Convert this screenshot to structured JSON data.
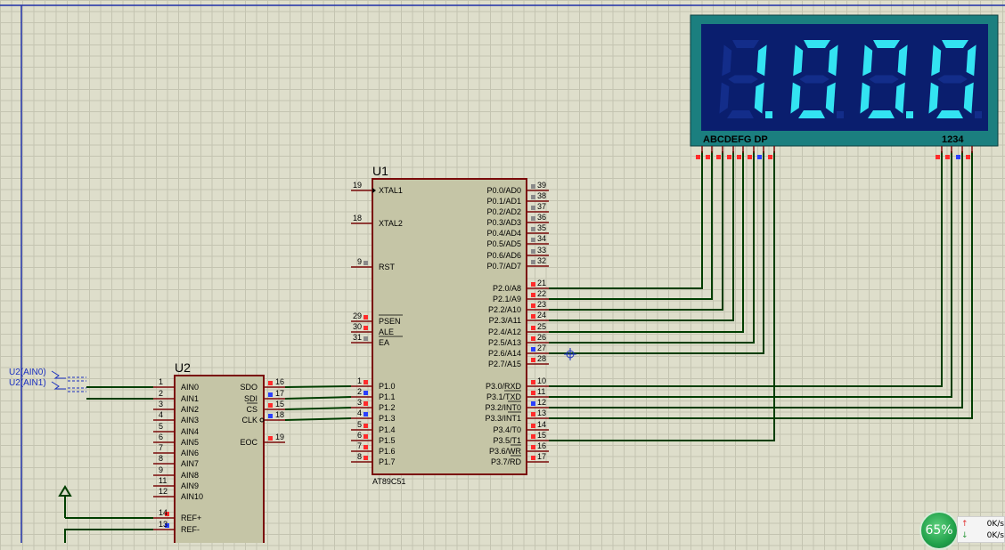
{
  "u1": {
    "ref": "U1",
    "part": "AT89C51",
    "pins_left": [
      {
        "num": "19",
        "name": "XTAL1"
      },
      {
        "num": "18",
        "name": "XTAL2"
      },
      {
        "num": "9",
        "name": "RST"
      },
      {
        "num": "29",
        "name": "PSEN"
      },
      {
        "num": "30",
        "name": "ALE"
      },
      {
        "num": "31",
        "name": "EA"
      },
      {
        "num": "1",
        "name": "P1.0"
      },
      {
        "num": "2",
        "name": "P1.1"
      },
      {
        "num": "3",
        "name": "P1.2"
      },
      {
        "num": "4",
        "name": "P1.3"
      },
      {
        "num": "5",
        "name": "P1.4"
      },
      {
        "num": "6",
        "name": "P1.5"
      },
      {
        "num": "7",
        "name": "P1.6"
      },
      {
        "num": "8",
        "name": "P1.7"
      }
    ],
    "pins_right": [
      {
        "num": "39",
        "name": "P0.0/AD0"
      },
      {
        "num": "38",
        "name": "P0.1/AD1"
      },
      {
        "num": "37",
        "name": "P0.2/AD2"
      },
      {
        "num": "36",
        "name": "P0.3/AD3"
      },
      {
        "num": "35",
        "name": "P0.4/AD4"
      },
      {
        "num": "34",
        "name": "P0.5/AD5"
      },
      {
        "num": "33",
        "name": "P0.6/AD6"
      },
      {
        "num": "32",
        "name": "P0.7/AD7"
      },
      {
        "num": "21",
        "name": "P2.0/A8"
      },
      {
        "num": "22",
        "name": "P2.1/A9"
      },
      {
        "num": "23",
        "name": "P2.2/A10"
      },
      {
        "num": "24",
        "name": "P2.3/A11"
      },
      {
        "num": "25",
        "name": "P2.4/A12"
      },
      {
        "num": "26",
        "name": "P2.5/A13"
      },
      {
        "num": "27",
        "name": "P2.6/A14"
      },
      {
        "num": "28",
        "name": "P2.7/A15"
      },
      {
        "num": "10",
        "name": "P3.0/RXD"
      },
      {
        "num": "11",
        "name": "P3.1/TXD"
      },
      {
        "num": "12",
        "name": "P3.2/INT0"
      },
      {
        "num": "13",
        "name": "P3.3/INT1"
      },
      {
        "num": "14",
        "name": "P3.4/T0"
      },
      {
        "num": "15",
        "name": "P3.5/T1"
      },
      {
        "num": "16",
        "name": "P3.6/WR"
      },
      {
        "num": "17",
        "name": "P3.7/RD"
      }
    ]
  },
  "u2": {
    "ref": "U2",
    "pins_left": [
      {
        "num": "1",
        "name": "AIN0"
      },
      {
        "num": "2",
        "name": "AIN1"
      },
      {
        "num": "3",
        "name": "AIN2"
      },
      {
        "num": "4",
        "name": "AIN3"
      },
      {
        "num": "5",
        "name": "AIN4"
      },
      {
        "num": "6",
        "name": "AIN5"
      },
      {
        "num": "7",
        "name": "AIN6"
      },
      {
        "num": "8",
        "name": "AIN7"
      },
      {
        "num": "9",
        "name": "AIN8"
      },
      {
        "num": "11",
        "name": "AIN9"
      },
      {
        "num": "12",
        "name": "AIN10"
      },
      {
        "num": "14",
        "name": "REF+"
      },
      {
        "num": "13",
        "name": "REF-"
      }
    ],
    "pins_right": [
      {
        "num": "16",
        "name": "SDO"
      },
      {
        "num": "17",
        "name": "SDI"
      },
      {
        "num": "15",
        "name": "CS"
      },
      {
        "num": "18",
        "name": "CLK"
      },
      {
        "num": "19",
        "name": "EOC"
      }
    ]
  },
  "terminals": [
    "U2(AIN0)",
    "U2(AIN1)"
  ],
  "display": {
    "digits": [
      "1.",
      "0",
      "0.",
      "0"
    ],
    "segment_label": "ABCDEFG DP",
    "digit_label": "1234",
    "frame_color": "#1b7f7f",
    "background_color": "#0a1e6e",
    "segment_on_color": "#33e3f2",
    "segment_off_color": "#132d8a"
  },
  "colors": {
    "wire": "#003e00",
    "chip_body": "#c5c5a6",
    "chip_border": "#7a0a0a",
    "pin_high": "#ff2b2b",
    "pin_low": "#2a3fff",
    "pin_float": "#8a8a8a"
  },
  "speed_widget": {
    "percent": "65%",
    "upload": "0K/s",
    "download": "0K/s"
  }
}
